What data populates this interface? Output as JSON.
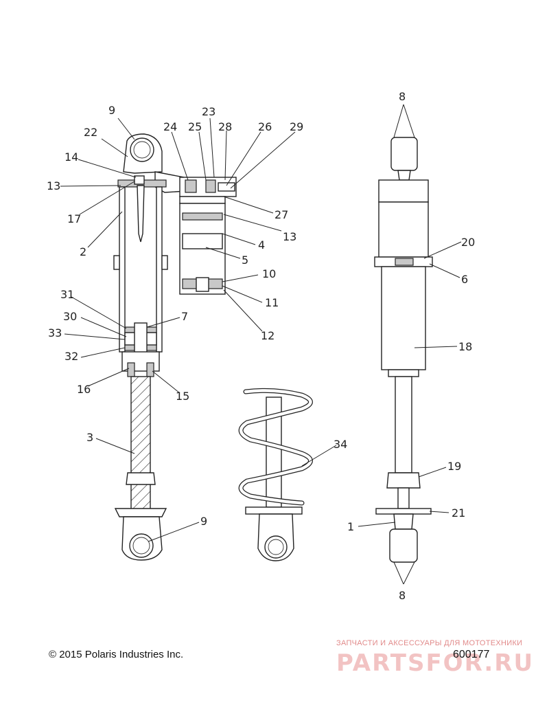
{
  "footer": {
    "copyright": "© 2015 Polaris Industries Inc.",
    "diagram_number": "600177"
  },
  "watermark": {
    "tagline": "ЗАПЧАСТИ И АКСЕССУАРЫ ДЛЯ МОТОТЕХНИКИ",
    "logo": "PARTSFOR.RU"
  },
  "callouts": {
    "c9_top": "9",
    "c22": "22",
    "c14": "14",
    "c13_left": "13",
    "c17": "17",
    "c2": "2",
    "c24": "24",
    "c25": "25",
    "c23": "23",
    "c28": "28",
    "c26": "26",
    "c29": "29",
    "c27": "27",
    "c13_right": "13",
    "c4": "4",
    "c5": "5",
    "c10": "10",
    "c11": "11",
    "c12": "12",
    "c31": "31",
    "c30": "30",
    "c33": "33",
    "c32": "32",
    "c7": "7",
    "c16": "16",
    "c15": "15",
    "c3": "3",
    "c9_bottom": "9",
    "c34": "34",
    "c8_top": "8",
    "c20": "20",
    "c6": "6",
    "c18": "18",
    "c19": "19",
    "c21": "21",
    "c1": "1",
    "c8_bottom": "8"
  },
  "colors": {
    "line": "#222222",
    "watermark": "#d22828"
  }
}
